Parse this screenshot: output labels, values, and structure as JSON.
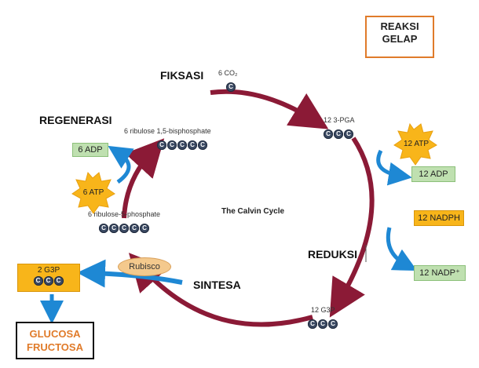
{
  "title_box": {
    "line1": "REAKSI",
    "line2": "GELAP"
  },
  "center_label": "The Calvin Cycle",
  "stages": {
    "fiksasi": "FIKSASI",
    "regenerasi": "REGENERASI",
    "reduksi": "REDUKSI",
    "sintesa": "SINTESA"
  },
  "molecules": {
    "co2": "6 CO₂",
    "pga": "12 3-PGA",
    "rubp": "6 ribulose 1,5-bisphosphate",
    "r5p": "6 ribulose-5-phosphate",
    "g3p_12": "12 G3P",
    "g3p_2": "2 G3P"
  },
  "carbon_letter": "C",
  "energy": {
    "atp12": "12 ATP",
    "adp12": "12 ADP",
    "nadph12": "12 NADPH",
    "nadp12": "12 NADP⁺",
    "atp6": "6 ATP",
    "adp6": "6 ADP"
  },
  "enzyme": "Rubisco",
  "products": {
    "line1": "GLUCOSA",
    "line2": "FRUCTOSA"
  },
  "colors": {
    "cycle_arrow": "#8b1a36",
    "side_arrow": "#1e88d4",
    "star": "#f8b51a",
    "output_border": "#e07b2a"
  }
}
